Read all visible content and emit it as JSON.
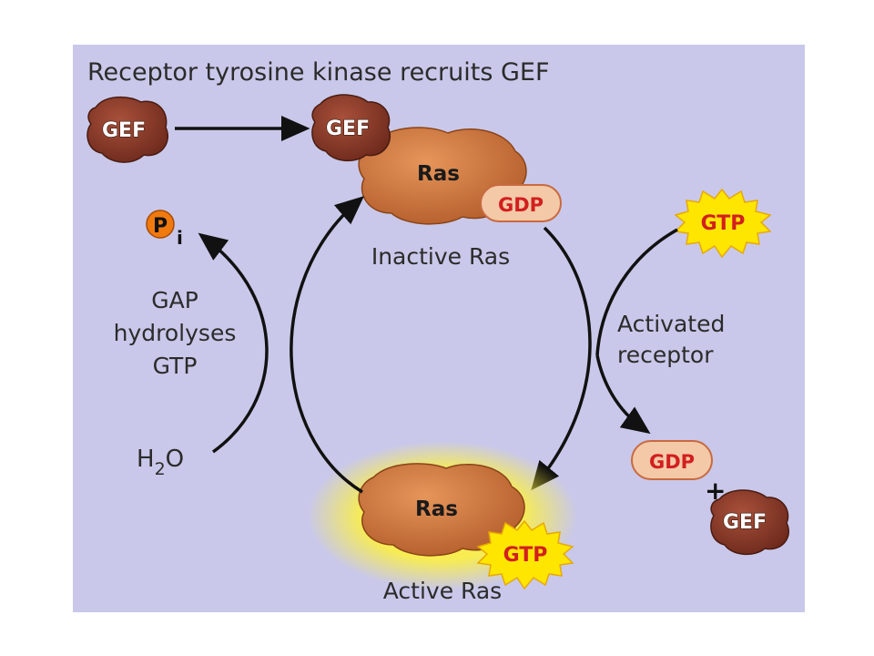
{
  "title": "Receptor tyrosine kinase recruits GEF",
  "labels": {
    "inactive_ras": "Inactive Ras",
    "active_ras": "Active Ras",
    "gap_line1": "GAP",
    "gap_line2": "hydrolyses",
    "gap_line3": "GTP",
    "activated_line1": "Activated",
    "activated_line2": "receptor",
    "water_h": "H",
    "water_sub": "2",
    "water_o": "O",
    "pi_p": "P",
    "pi_i": "i",
    "plus": "+"
  },
  "molecules": {
    "gef": "GEF",
    "ras": "Ras",
    "gdp": "GDP",
    "gtp": "GTP"
  },
  "colors": {
    "panel": "#c9c8ea",
    "gef_body": "#8a3a28",
    "ras_body": "#c8703a",
    "gdp_fill": "#f3c9a8",
    "gtp_fill": "#ffe600",
    "glow": "#fff23a",
    "arrow": "#111111",
    "pi_fill": "#f07a10"
  }
}
